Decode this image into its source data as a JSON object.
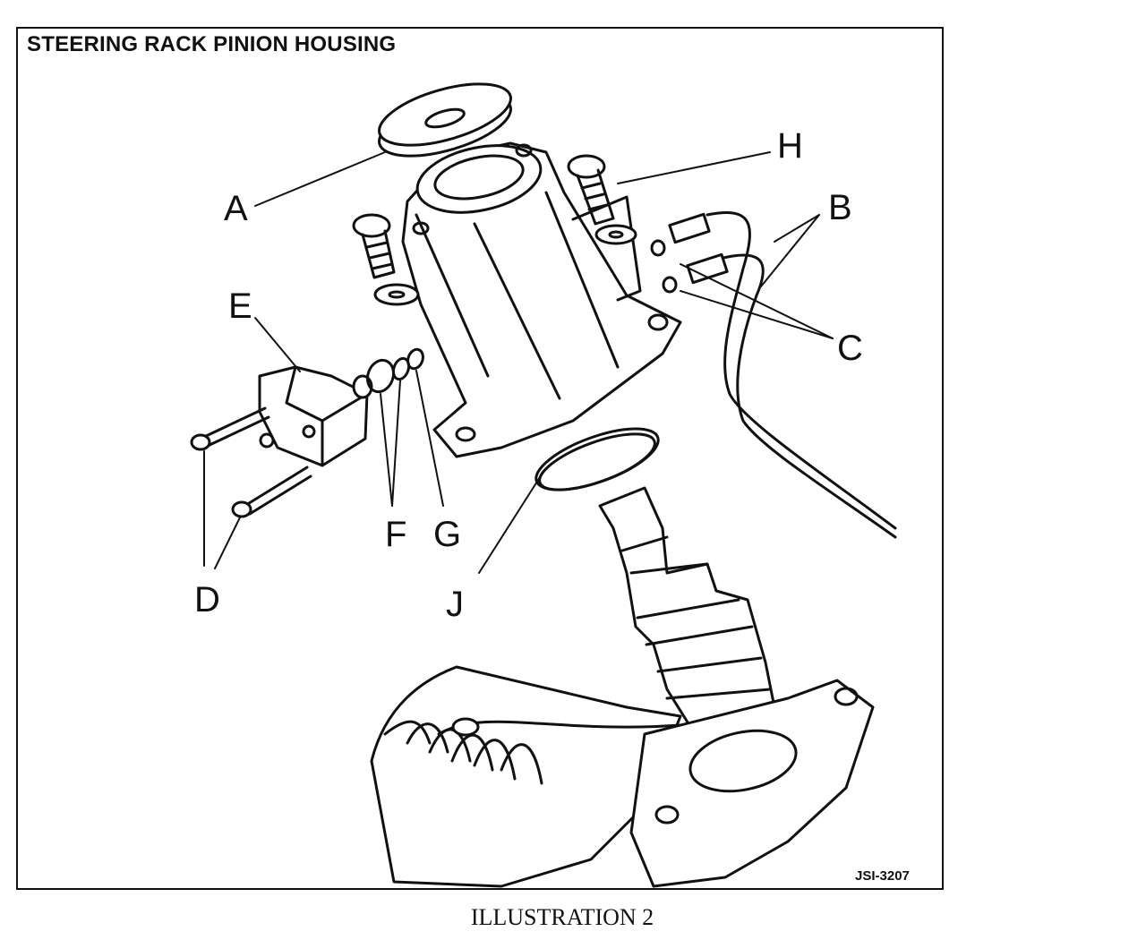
{
  "title": "STEERING RACK PINION HOUSING",
  "figure_code": "JSI-3207",
  "caption": "ILLUSTRATION 2",
  "callouts": {
    "A": "A",
    "B": "B",
    "C": "C",
    "D": "D",
    "E": "E",
    "F": "F",
    "G": "G",
    "H": "H",
    "J": "J"
  },
  "line_color": "#111111"
}
